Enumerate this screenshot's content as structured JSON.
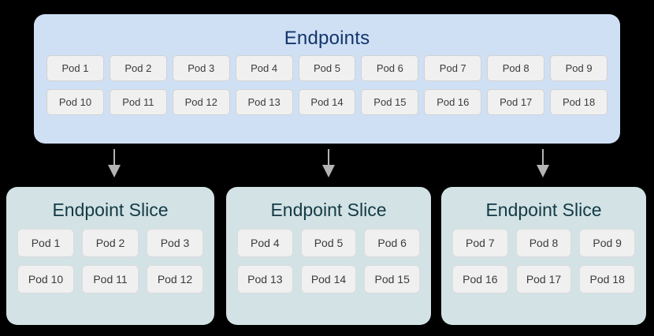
{
  "diagram": {
    "background_color": "#000000",
    "endpoints": {
      "title": "Endpoints",
      "panel_color": "#cfe0f5",
      "title_color": "#14346b",
      "rows": [
        [
          "Pod 1",
          "Pod 2",
          "Pod 3",
          "Pod 4",
          "Pod 5",
          "Pod 6",
          "Pod 7",
          "Pod 8",
          "Pod 9"
        ],
        [
          "Pod 10",
          "Pod 11",
          "Pod 12",
          "Pod 13",
          "Pod 14",
          "Pod 15",
          "Pod 16",
          "Pod 17",
          "Pod 18"
        ]
      ]
    },
    "arrows": {
      "color": "#b4b4b4",
      "count": 3,
      "direction": "down"
    },
    "slices": [
      {
        "title": "Endpoint Slice",
        "panel_color": "#d2e2e5",
        "title_color": "#143a45",
        "rows": [
          [
            "Pod 1",
            "Pod 2",
            "Pod 3"
          ],
          [
            "Pod 10",
            "Pod 11",
            "Pod 12"
          ]
        ]
      },
      {
        "title": "Endpoint Slice",
        "panel_color": "#d2e2e5",
        "title_color": "#143a45",
        "rows": [
          [
            "Pod 4",
            "Pod 5",
            "Pod 6"
          ],
          [
            "Pod 13",
            "Pod 14",
            "Pod 15"
          ]
        ]
      },
      {
        "title": "Endpoint Slice",
        "panel_color": "#d2e2e5",
        "title_color": "#143a45",
        "rows": [
          [
            "Pod 7",
            "Pod 8",
            "Pod 9"
          ],
          [
            "Pod 16",
            "Pod 17",
            "Pod 18"
          ]
        ]
      }
    ]
  }
}
